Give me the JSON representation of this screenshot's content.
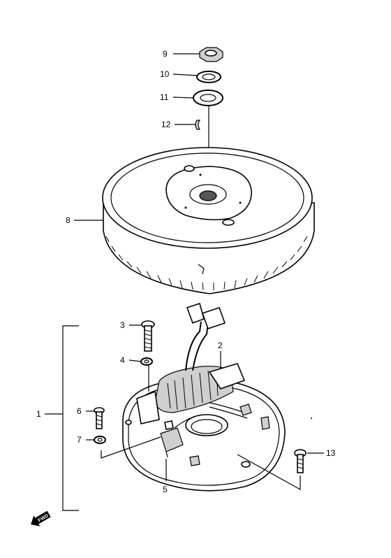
{
  "callouts": {
    "c1": "1",
    "c2": "2",
    "c3": "3",
    "c4": "4",
    "c5": "5",
    "c6": "6",
    "c7": "7",
    "c8": "8",
    "c9": "9",
    "c10": "10",
    "c11": "11",
    "c12": "12",
    "c13": "13"
  },
  "fwd_label": "FWD"
}
